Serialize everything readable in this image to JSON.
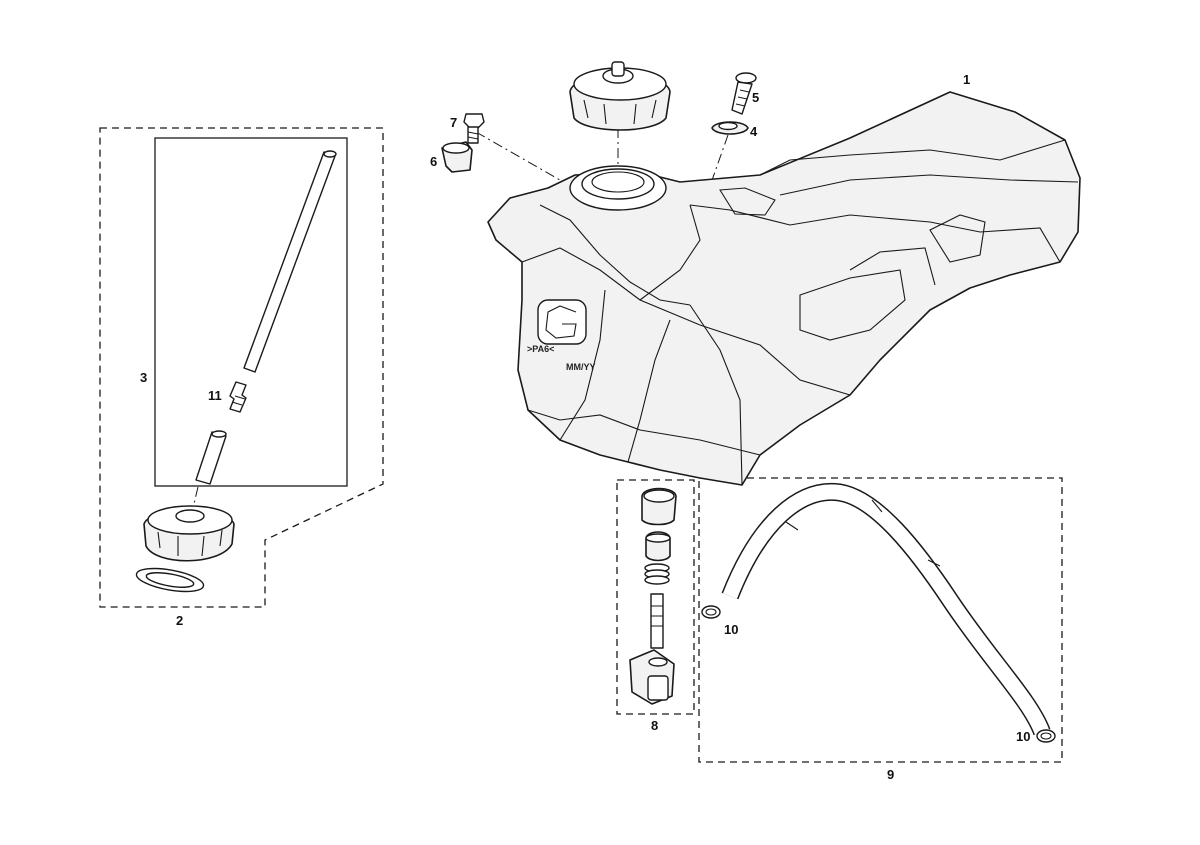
{
  "callouts": {
    "c1": "1",
    "c2": "2",
    "c3": "3",
    "c4": "4",
    "c5": "5",
    "c6": "6",
    "c7": "7",
    "c8": "8",
    "c9": "9",
    "c10a": "10",
    "c10b": "10",
    "c11": "11"
  },
  "tank_markings": {
    "material": ">PA6<",
    "date_code": "MM/YY"
  },
  "colors": {
    "line": "#1a1a1a",
    "fill": "#f2f2f2",
    "background": "#ffffff"
  }
}
